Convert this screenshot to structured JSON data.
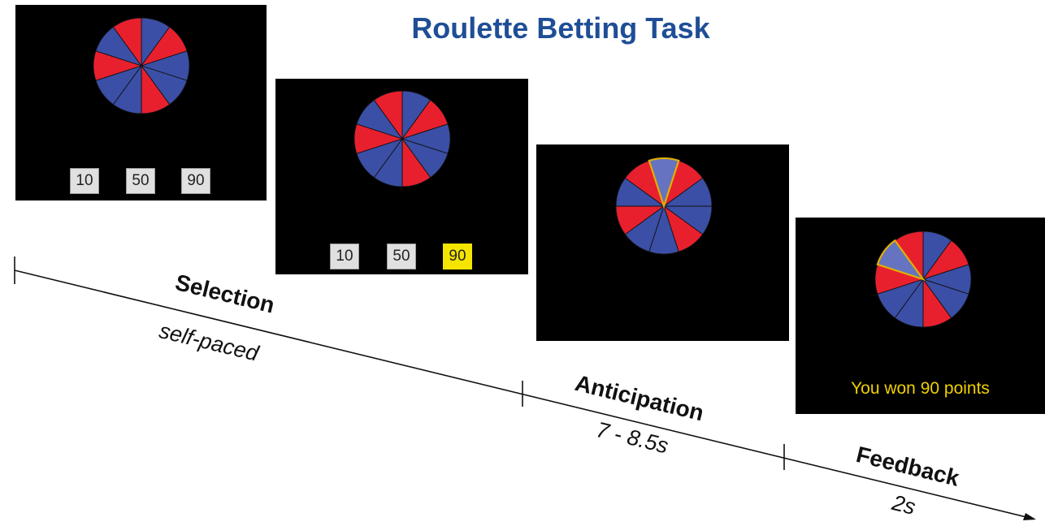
{
  "title": "Roulette Betting Task",
  "colors": {
    "title": "#1f4e96",
    "red": "#e8202e",
    "blue": "#3b4fa6",
    "highlight": "#f5e400",
    "message": "#f0d000"
  },
  "wheel": {
    "sectors": 10,
    "pattern": [
      "blue",
      "red",
      "blue",
      "blue",
      "red",
      "blue",
      "blue",
      "red",
      "blue",
      "red"
    ]
  },
  "screens": [
    {
      "name": "selection-screen",
      "bets": [
        "10",
        "50",
        "90"
      ],
      "selected_bet": null
    },
    {
      "name": "selection-choice-screen",
      "bets": [
        "10",
        "50",
        "90"
      ],
      "selected_bet": "90"
    },
    {
      "name": "anticipation-screen",
      "bets": [],
      "outlined_sector": 0
    },
    {
      "name": "feedback-screen",
      "bets": [],
      "outlined_sector": 8,
      "message": "You won 90 points"
    }
  ],
  "phases": [
    {
      "name": "Selection",
      "duration": "self-paced"
    },
    {
      "name": "Anticipation",
      "duration": "7 - 8.5s"
    },
    {
      "name": "Feedback",
      "duration": "2s"
    }
  ]
}
